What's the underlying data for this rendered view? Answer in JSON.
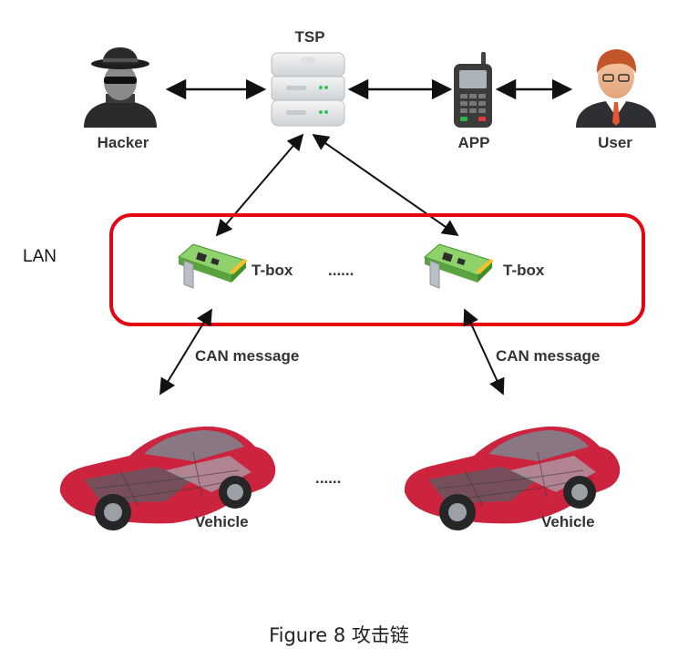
{
  "nodes": {
    "tsp": "TSP",
    "hacker": "Hacker",
    "app": "APP",
    "user": "User",
    "tbox_left": "T-box",
    "tbox_right": "T-box",
    "tbox_ellipsis": "......",
    "vehicle_left": "Vehicle",
    "vehicle_right": "Vehicle",
    "vehicle_ellipsis": "......"
  },
  "lan": {
    "label": "LAN",
    "border_color": "#e30613"
  },
  "edges": {
    "can_left": "CAN message",
    "can_right": "CAN message"
  },
  "caption": "Figure 8  攻击链",
  "colors": {
    "arrow": "#111111",
    "lan_border": "#e30613",
    "car_body": "#c8102e"
  },
  "icons": [
    "hacker-icon",
    "server-icon",
    "phone-icon",
    "user-icon",
    "tbox-card-icon",
    "vehicle-cutaway-icon"
  ]
}
